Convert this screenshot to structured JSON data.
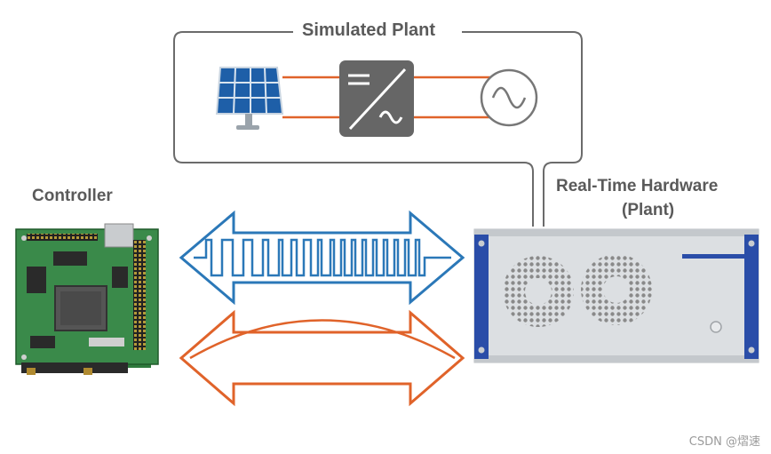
{
  "simulated_plant": {
    "title": "Simulated Plant"
  },
  "controller": {
    "label": "Controller"
  },
  "hardware": {
    "label_line1": "Real-Time Hardware",
    "label_line2": "(Plant)"
  },
  "watermark": "CSDN @熠速",
  "colors": {
    "box_stroke": "#6b6b6b",
    "power_line": "#e0632a",
    "digital_arrow": "#2b78b8",
    "analog_arrow": "#e0632a",
    "converter_fill": "#666666",
    "rack_blue": "#2a4da8"
  },
  "icons": [
    "solar-panel-icon",
    "inverter-icon",
    "ac-source-icon",
    "controller-board-icon",
    "real-time-hardware-icon",
    "digital-signal-arrow-icon",
    "analog-signal-arrow-icon"
  ]
}
